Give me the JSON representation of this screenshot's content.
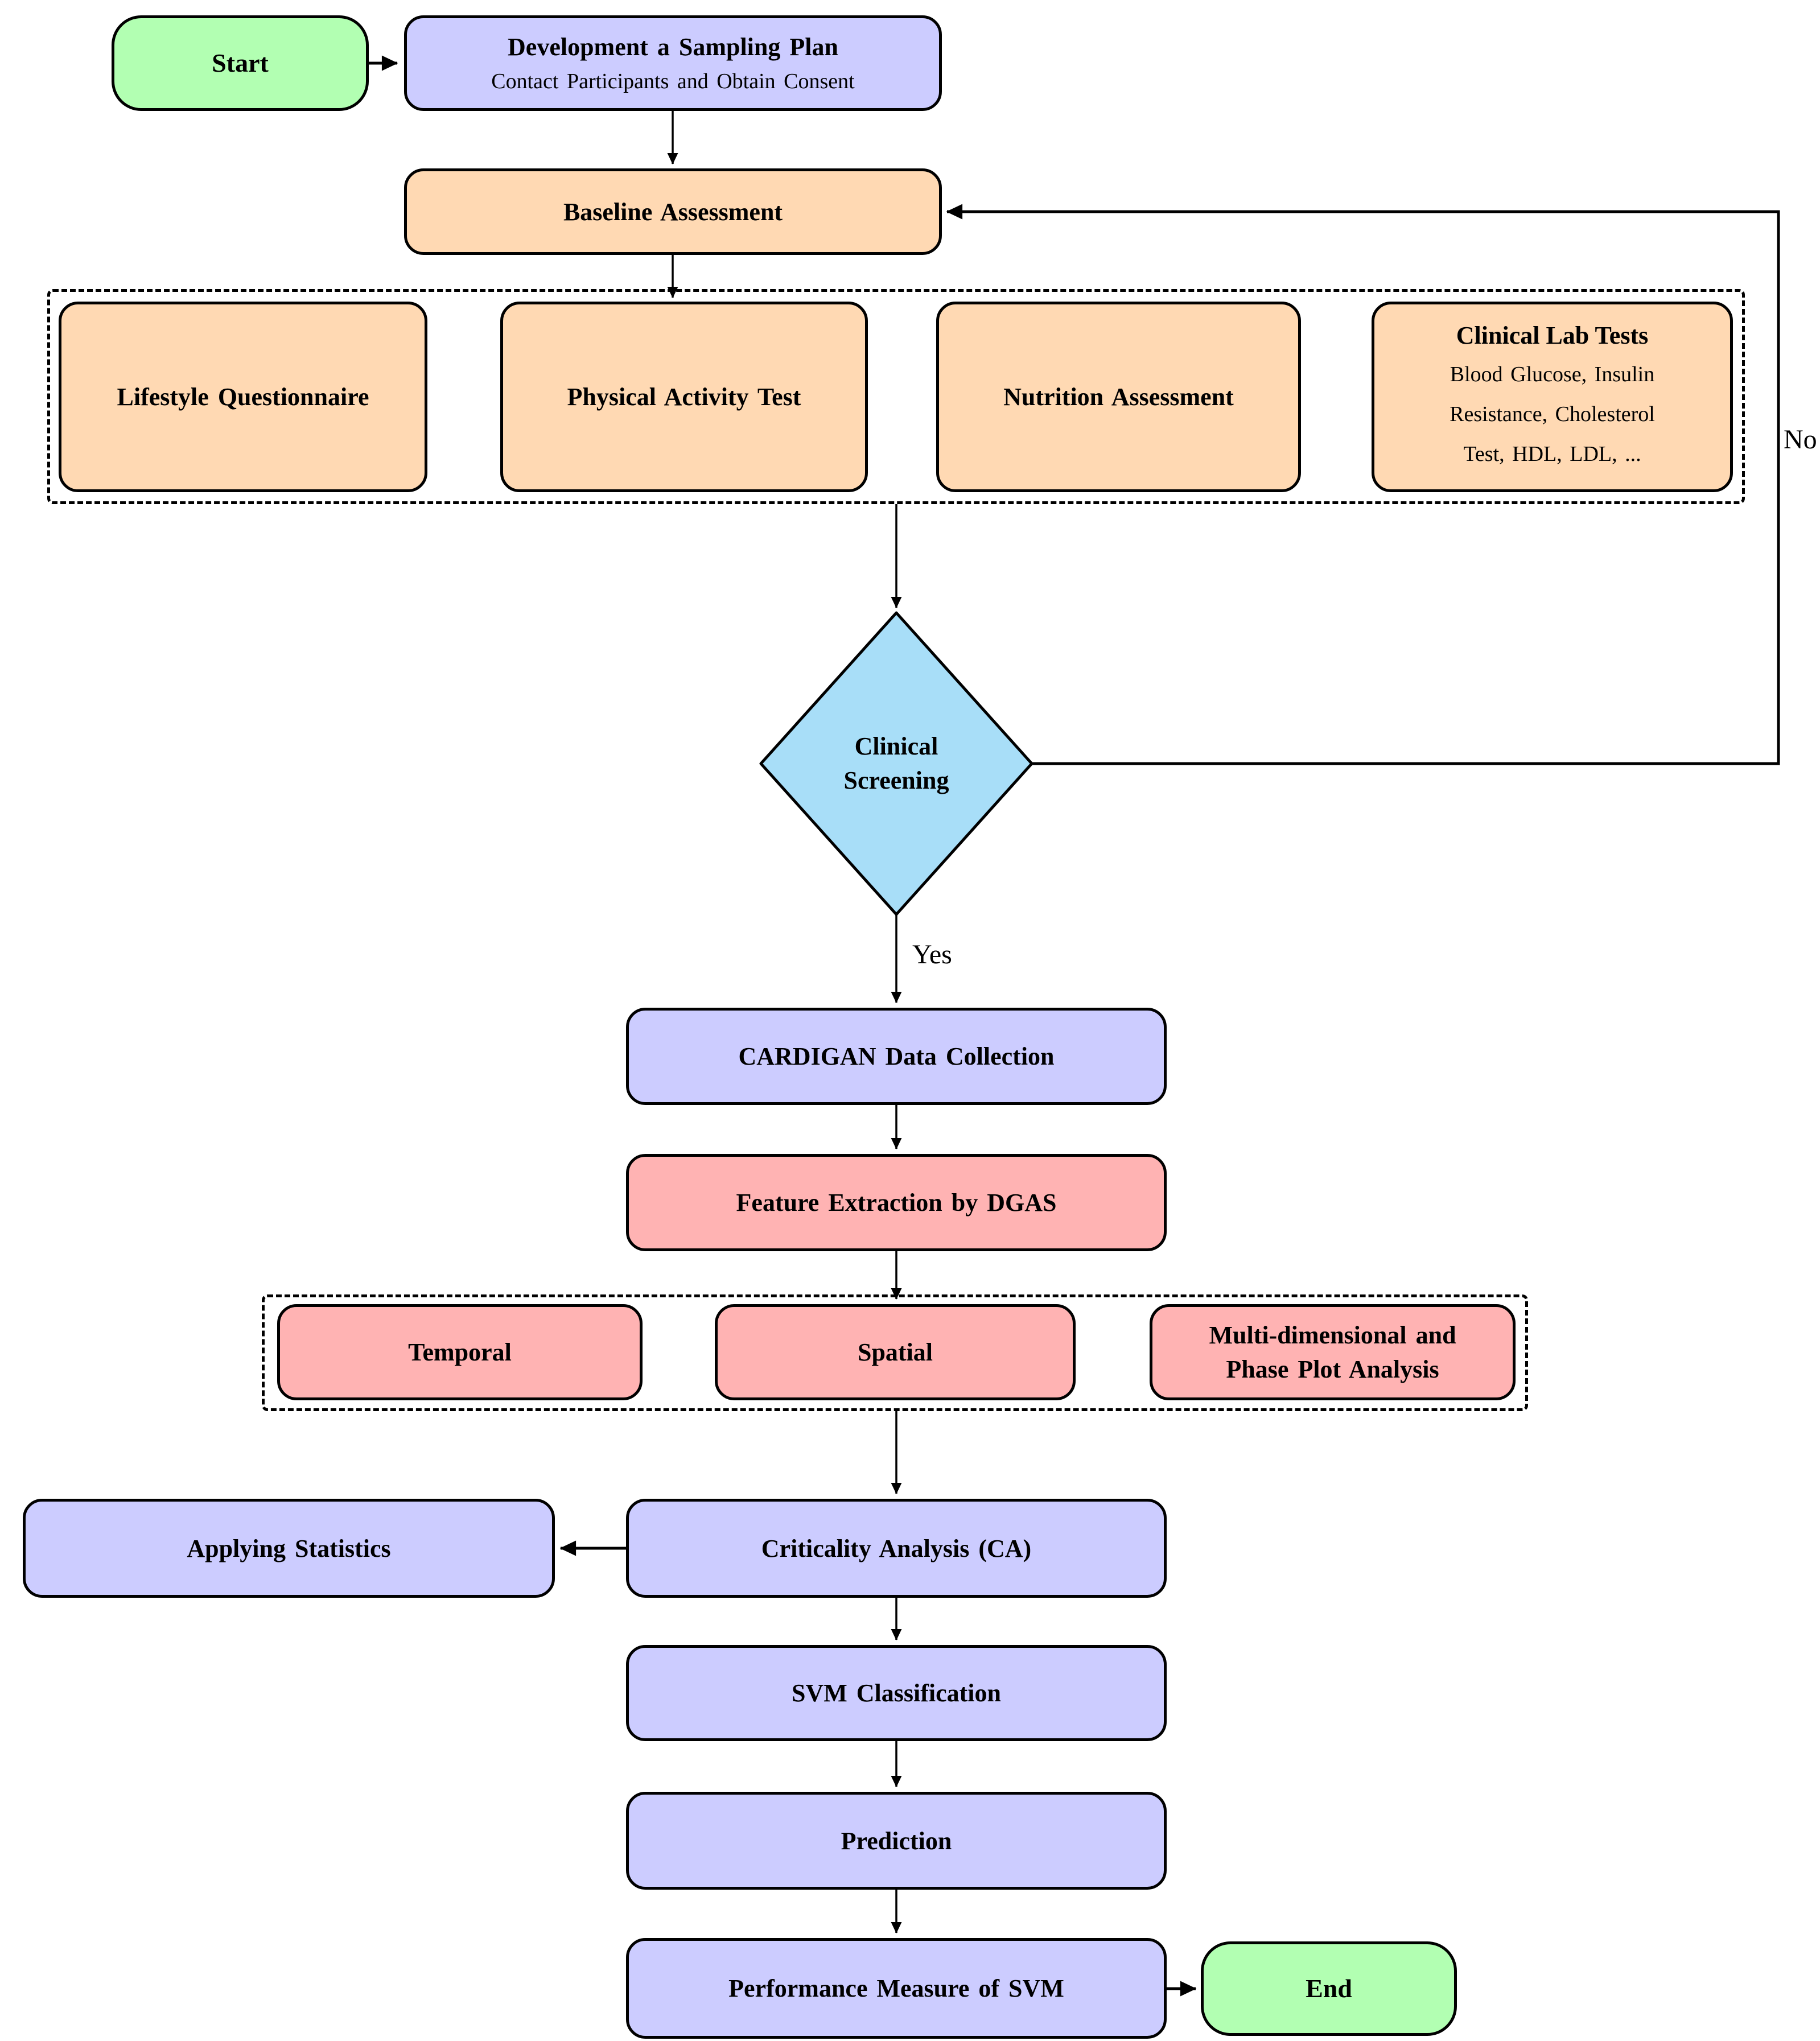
{
  "diagram": {
    "nodes": {
      "start": {
        "label": "Start"
      },
      "dev_plan": {
        "title": "Development a Sampling Plan",
        "subtitle": "Contact Participants and Obtain Consent"
      },
      "baseline": {
        "label": "Baseline Assessment"
      },
      "lifestyle": {
        "label": "Lifestyle Questionnaire"
      },
      "physical": {
        "label": "Physical Activity Test"
      },
      "nutrition": {
        "label": "Nutrition Assessment"
      },
      "clinical_lab": {
        "title": "Clinical Lab Tests",
        "line1": "Blood Glucose, Insulin",
        "line2": "Resistance, Cholesterol",
        "line3": "Test, HDL, LDL, ..."
      },
      "screening": {
        "line1": "Clinical",
        "line2": "Screening"
      },
      "cardigan": {
        "label": "CARDIGAN Data Collection"
      },
      "feature": {
        "label": "Feature Extraction by DGAS"
      },
      "temporal": {
        "label": "Temporal"
      },
      "spatial": {
        "label": "Spatial"
      },
      "multi": {
        "line1": "Multi-dimensional and",
        "line2": "Phase Plot Analysis"
      },
      "applying": {
        "label": "Applying Statistics"
      },
      "ca": {
        "label": "Criticality Analysis (CA)"
      },
      "svm": {
        "label": "SVM Classification"
      },
      "prediction": {
        "label": "Prediction"
      },
      "performance": {
        "label": "Performance Measure of SVM"
      },
      "end": {
        "label": "End"
      }
    },
    "edge_labels": {
      "yes": "Yes",
      "no": "No"
    },
    "colors": {
      "start_end": "#B2FFB2",
      "process": "#CCCCFF",
      "assessment": "#FFD9B3",
      "feature_analysis": "#FFB3B3",
      "decision": "#A8DEF8",
      "line": "#000000"
    }
  }
}
